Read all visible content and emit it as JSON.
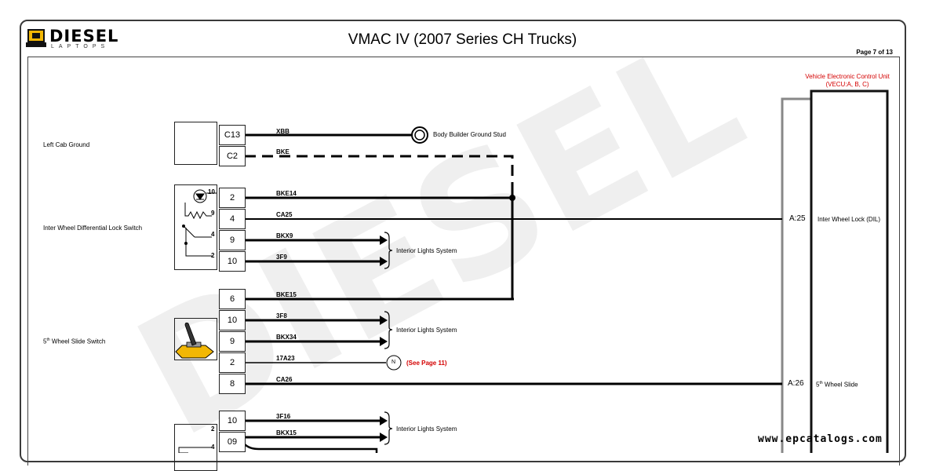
{
  "brand": {
    "word": "DIESEL",
    "sub": "LAPTOPS"
  },
  "header": {
    "title": "VMAC IV (2007 Series CH Trucks)",
    "page": "Page 7 of 13"
  },
  "ecu": {
    "title_line1": "Vehicle Electronic Control Unit",
    "title_line2": "(VECU:A, B, C)"
  },
  "groups": [
    {
      "label": "Left Cab Ground"
    },
    {
      "label": "Inter Wheel Differential Lock Switch"
    },
    {
      "label_main": "5",
      "label_sup": "th",
      "label_rest": " Wheel Slide Switch"
    }
  ],
  "connectors": {
    "c13": "C13",
    "c2": "C2",
    "p2": "2",
    "p4": "4",
    "p9": "9",
    "p10": "10",
    "p6": "6",
    "q10": "10",
    "q9": "9",
    "q2": "2",
    "q8": "8",
    "r10": "10",
    "r09": "09"
  },
  "switch_pins": {
    "s10": "10",
    "s9": "9",
    "s4": "4",
    "s2": "2",
    "t2": "2",
    "t4": "4"
  },
  "wires": {
    "xbb": "XBB",
    "bke": "BKE",
    "bke14": "BKE14",
    "ca25": "CA25",
    "bkx9": "BKX9",
    "f9": "3F9",
    "bke15": "BKE15",
    "f8": "3F8",
    "bkx34": "BKX34",
    "a23": "17A23",
    "ca26": "CA26",
    "f16": "3F16",
    "bkx15": "BKX15"
  },
  "destinations": {
    "ground_stud": "Body Builder Ground Stud",
    "interior1": "Interior Lights System",
    "interior2": "Interior Lights System",
    "interior3": "Interior Lights System",
    "node": "N",
    "see_page": "(See Page 11)"
  },
  "ecu_pins": {
    "a25": "A:25",
    "a26": "A:26"
  },
  "ecu_functions": {
    "lock": "Inter Wheel Lock (DIL)",
    "slide_main": "5",
    "slide_sup": "th",
    "slide_rest": " Wheel Slide"
  },
  "footer": {
    "url": "www.epcatalogs.com"
  }
}
